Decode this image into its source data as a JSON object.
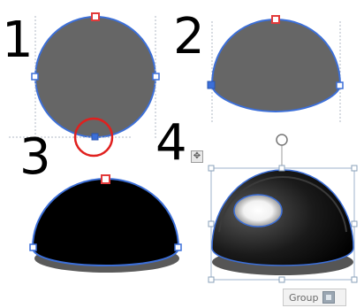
{
  "steps": [
    "1",
    "2",
    "3",
    "4"
  ],
  "group_badge": {
    "label": "Group",
    "icon": "group-icon"
  },
  "colors": {
    "shape_gray": "#666666",
    "shape_black": "#000000",
    "outline_blue": "#3c6fd8",
    "handle_red": "#e23a3a",
    "highlight_circle": "#e0201e",
    "shadow_gray": "#5a5a5a"
  }
}
